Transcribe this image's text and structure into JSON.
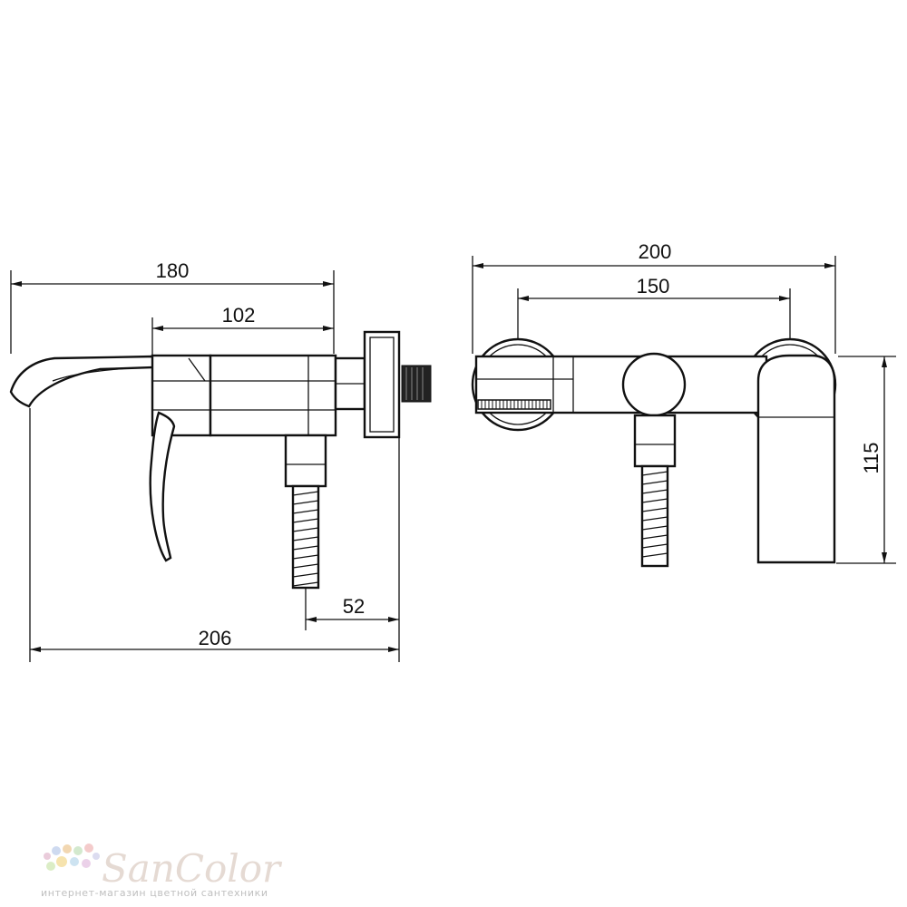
{
  "dimensions": {
    "side_view": {
      "overall_length": "180",
      "body_length": "102",
      "hose_offset": "52",
      "total_depth": "206"
    },
    "front_view": {
      "overall_width": "200",
      "center_distance": "150",
      "height": "115"
    }
  },
  "watermark": {
    "brand": "SanColor",
    "tagline": "интернет-магазин цветной сантехники"
  }
}
